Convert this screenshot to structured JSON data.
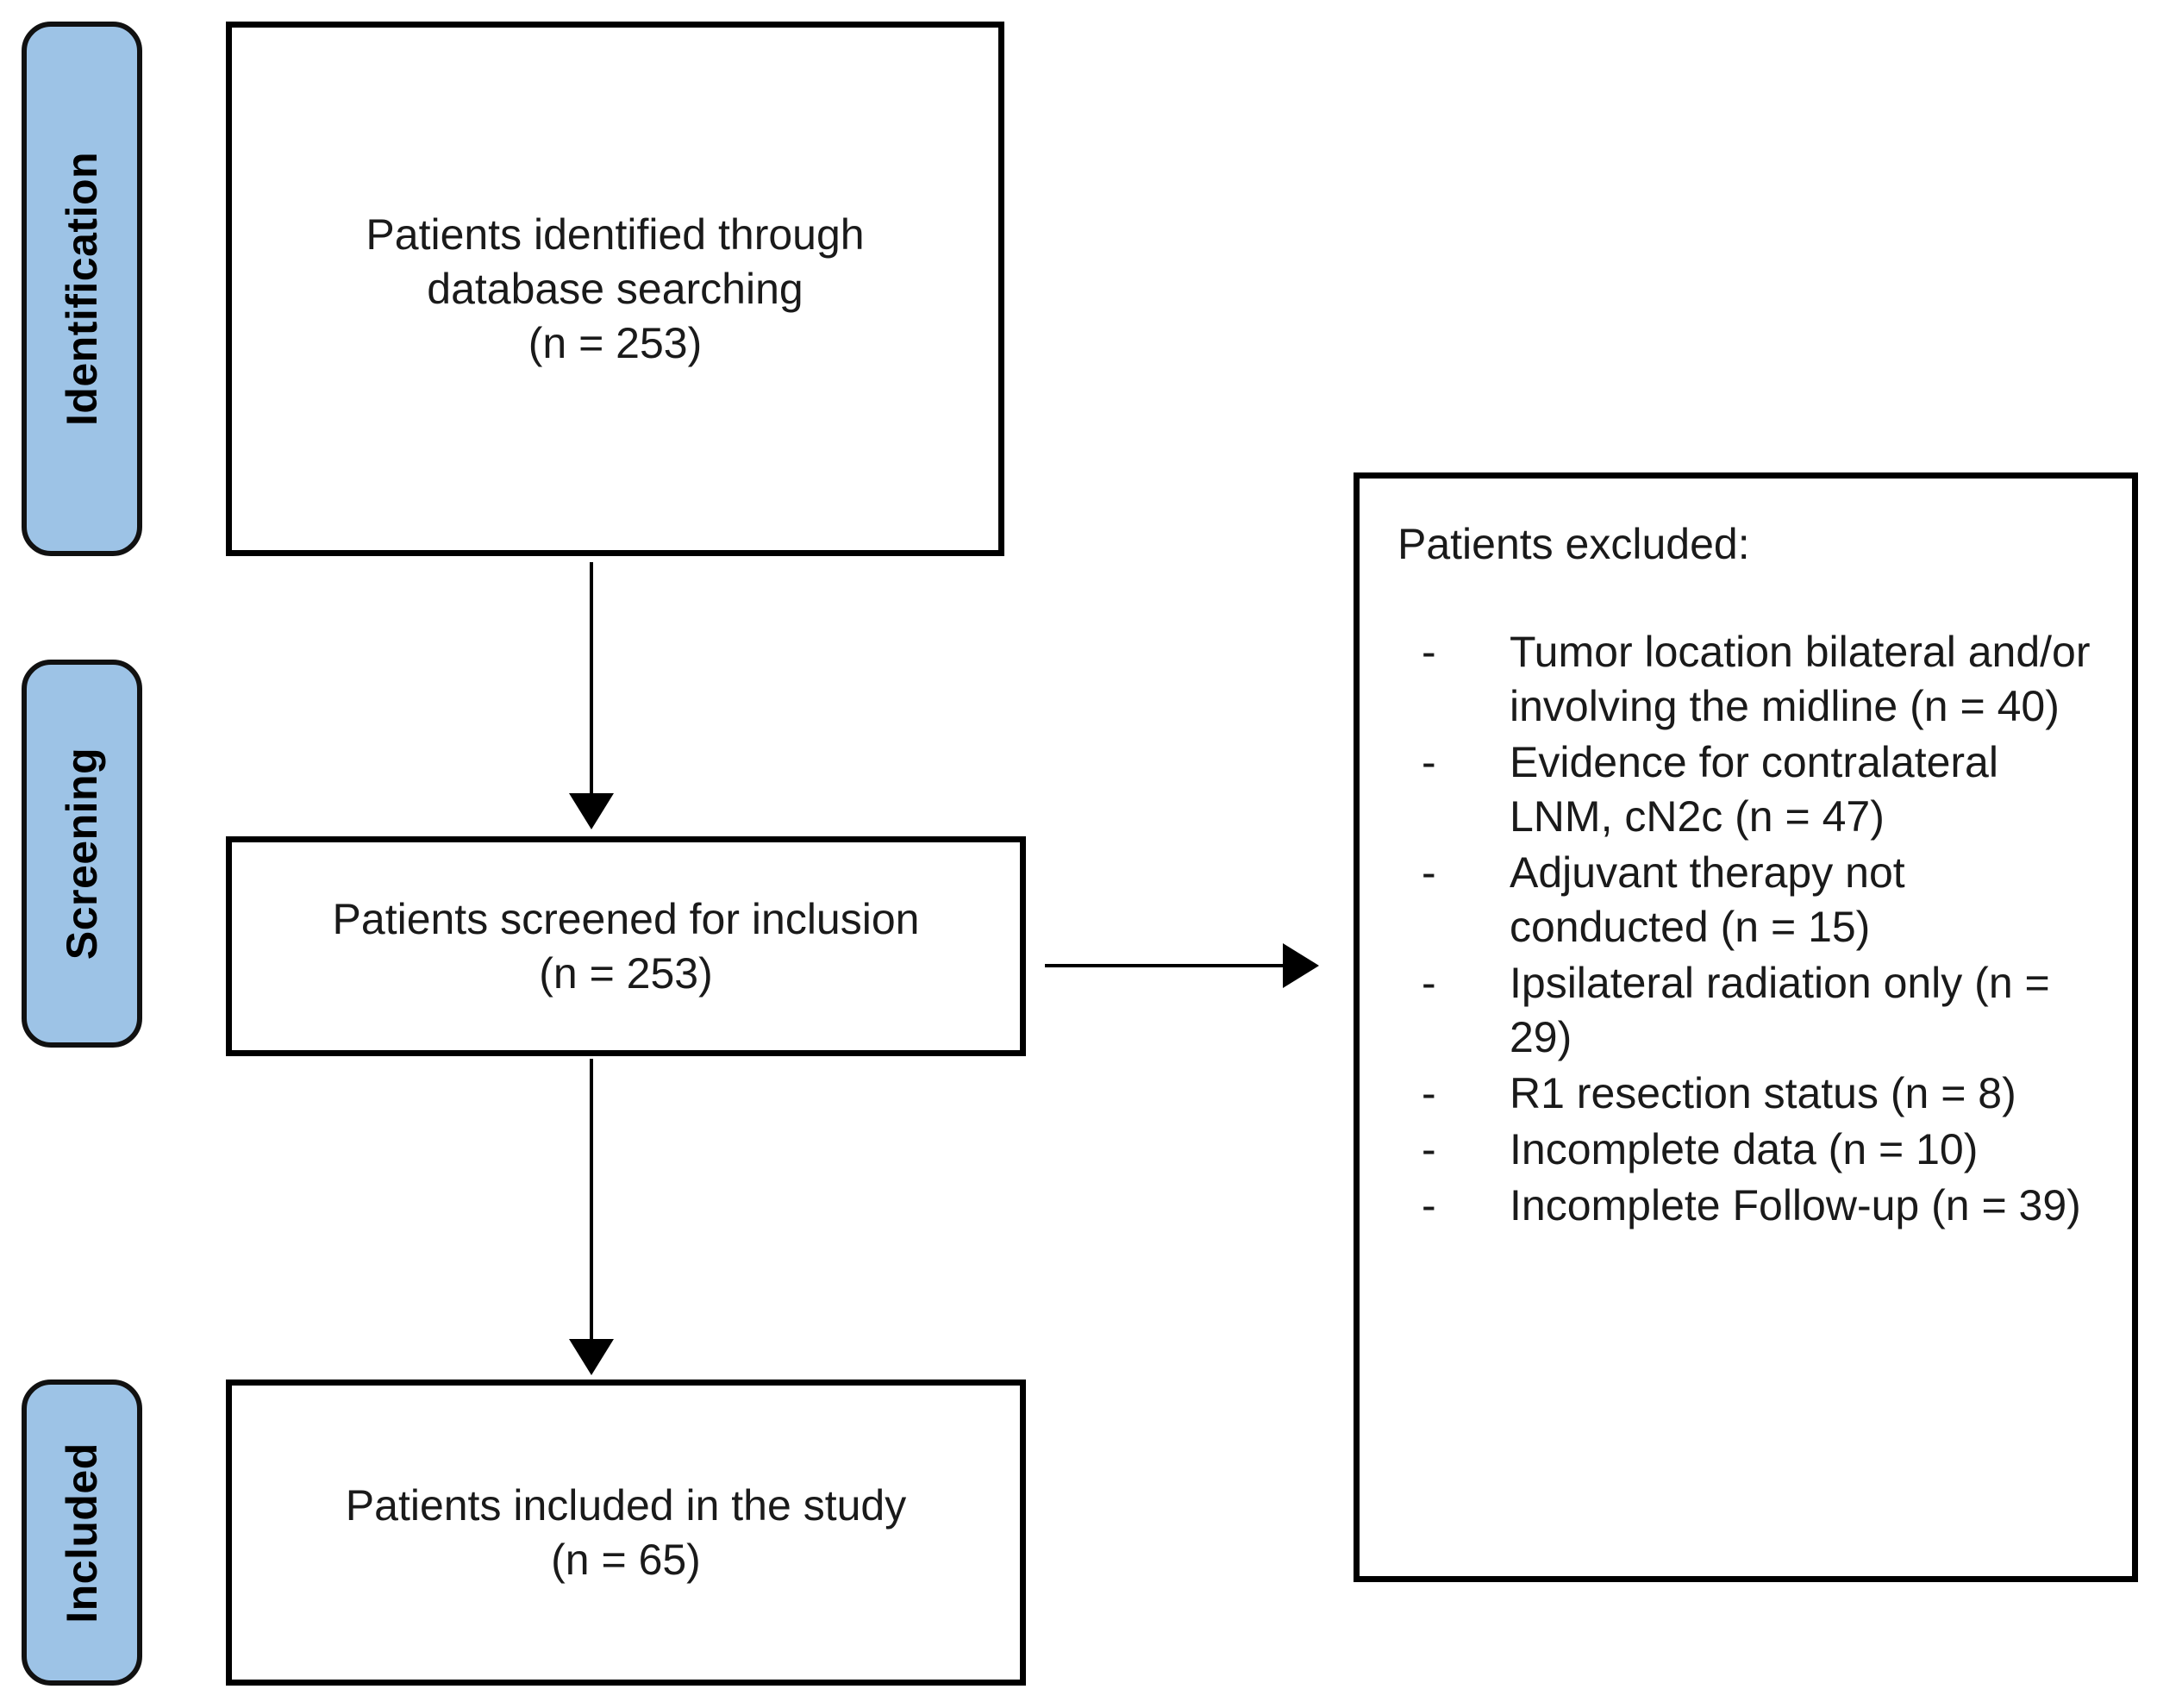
{
  "diagram": {
    "title": "PRISMA patient selection flow diagram",
    "accent_color": "#9DC3E6",
    "border_color": "#000000"
  },
  "stages": [
    {
      "key": "identification",
      "label": "Identification"
    },
    {
      "key": "screening",
      "label": "Screening"
    },
    {
      "key": "included",
      "label": "Included"
    }
  ],
  "boxes": {
    "identified": {
      "text": "Patients identified through\ndatabase searching\n(n = 253)",
      "count": 253
    },
    "screened": {
      "text": "Patients screened for inclusion\n(n = 253)",
      "count": 253
    },
    "included": {
      "text": "Patients included in the study\n(n = 65)",
      "count": 65
    }
  },
  "exclusion": {
    "heading": "Patients excluded:",
    "bullet_marker": "-",
    "items": [
      {
        "text": "Tumor location bilateral and/or involving the midline (n = 40)",
        "count": 40
      },
      {
        "text": "Evidence for contralateral LNM, cN2c (n = 47)",
        "count": 47
      },
      {
        "text": "Adjuvant therapy not conducted (n = 15)",
        "count": 15
      },
      {
        "text": "Ipsilateral radiation only (n = 29)",
        "count": 29
      },
      {
        "text": "R1 resection status (n = 8)",
        "count": 8
      },
      {
        "text": "Incomplete data (n = 10)",
        "count": 10
      },
      {
        "text": "Incomplete Follow-up (n = 39)",
        "count": 39
      }
    ]
  }
}
